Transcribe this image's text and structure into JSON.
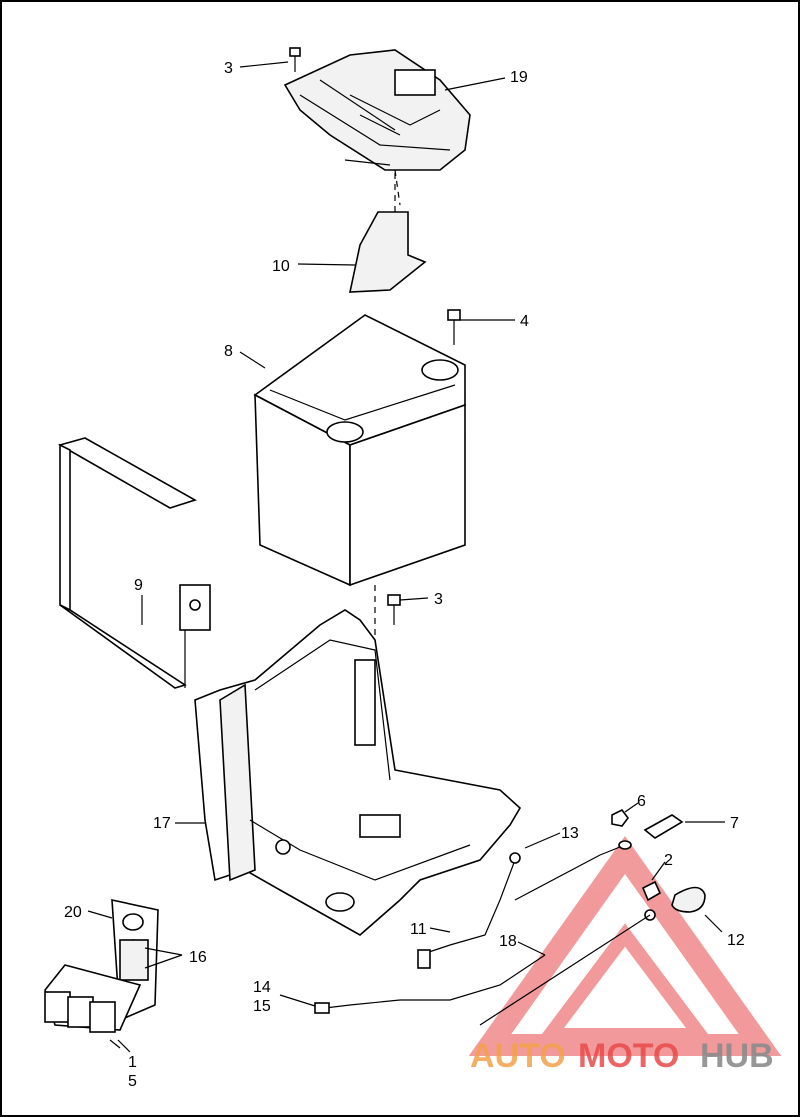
{
  "callouts": [
    {
      "id": "c3a",
      "text": "3"
    },
    {
      "id": "c19",
      "text": "19"
    },
    {
      "id": "c10",
      "text": "10"
    },
    {
      "id": "c4",
      "text": "4"
    },
    {
      "id": "c8",
      "text": "8"
    },
    {
      "id": "c9",
      "text": "9"
    },
    {
      "id": "c3b",
      "text": "3"
    },
    {
      "id": "c6",
      "text": "6"
    },
    {
      "id": "c7",
      "text": "7"
    },
    {
      "id": "c13",
      "text": "13"
    },
    {
      "id": "c17",
      "text": "17"
    },
    {
      "id": "c2",
      "text": "2"
    },
    {
      "id": "c20",
      "text": "20"
    },
    {
      "id": "c16",
      "text": "16"
    },
    {
      "id": "c11",
      "text": "11"
    },
    {
      "id": "c18",
      "text": "18"
    },
    {
      "id": "c12",
      "text": "12"
    },
    {
      "id": "c14",
      "text": "14"
    },
    {
      "id": "c15",
      "text": "15"
    },
    {
      "id": "c1",
      "text": "1"
    },
    {
      "id": "c5",
      "text": "5"
    }
  ],
  "watermark": {
    "part1": "AUTO",
    "part2": "MOTO",
    "part3": "HUB",
    "colors": {
      "orange": "#f4a24a",
      "red": "#e94a4a",
      "gray": "#8c8c8c",
      "triangle": "#e8484a"
    }
  }
}
